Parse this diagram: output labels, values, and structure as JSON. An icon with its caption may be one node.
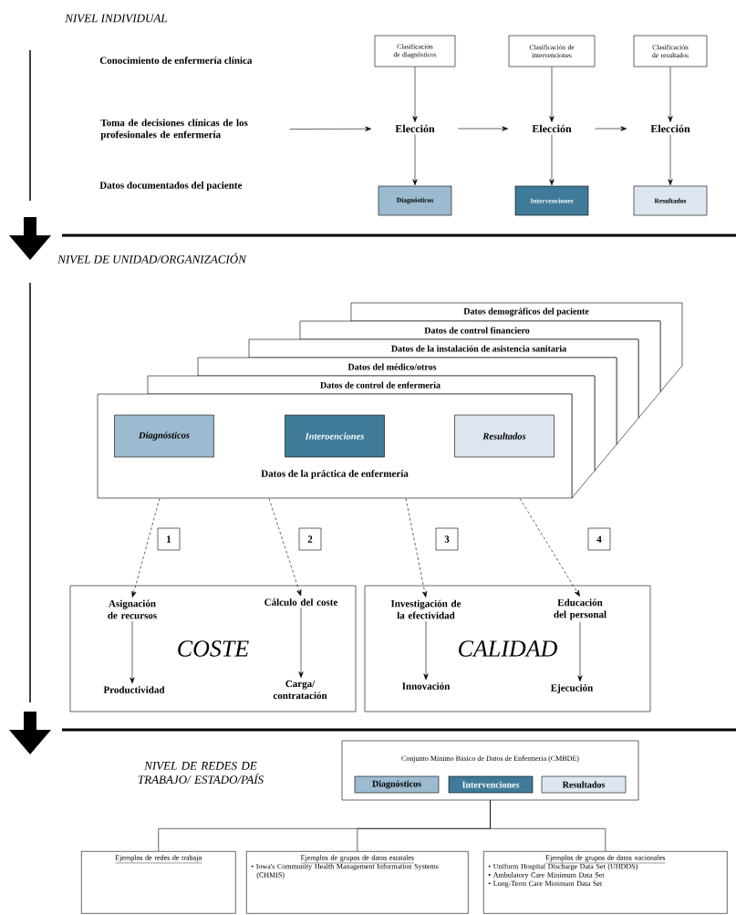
{
  "diagram": {
    "nodes": [
      {
        "text": [
          "Clasificación de diagnósticos"
        ]
      },
      {
        "text": [
          "Clasificación de intervenciones"
        ]
      },
      {
        "text": [
          "Clasificación de resultados"
        ]
      },
      {
        "text": [
          "Toma de decisiones clínicas de los profesionales de enfermería"
        ]
      },
      {
        "text": [
          "Elección"
        ]
      },
      {
        "text": [
          "Elección"
        ]
      },
      {
        "text": [
          "Elección"
        ]
      },
      {
        "text": [
          "Diagnósticos"
        ]
      },
      {
        "text": [
          "Intervenciones"
        ]
      },
      {
        "text": [
          "Resultados"
        ]
      },
      {
        "text": [
          "Datos demográficos del paciente"
        ]
      },
      {
        "text": [
          "Datos de control financiero"
        ]
      },
      {
        "text": [
          "Datos de la instalación de asistencia sanitaria"
        ]
      },
      {
        "text": [
          "Datos del médico/otros"
        ]
      },
      {
        "text": [
          "Datos de control de enfermería"
        ]
      },
      {
        "text": [
          "Datos de la práctica de enfermería"
        ]
      },
      {
        "text": [
          "Diagnósticos"
        ],
        "in": 15
      },
      {
        "text": [
          "Interoenciones"
        ],
        "in": 15
      },
      {
        "text": [
          "Resultados"
        ],
        "in": 15
      },
      {
        "text": [
          "1"
        ]
      },
      {
        "text": [
          "2"
        ]
      },
      {
        "text": [
          "3"
        ]
      },
      {
        "text": [
          "4"
        ]
      },
      {
        "text": [
          "COSTE"
        ]
      },
      {
        "text": [
          "Asignación de recursos"
        ],
        "in": 23
      },
      {
        "text": [
          "Cálculo del coste"
        ],
        "in": 23
      },
      {
        "text": [
          "Productividad"
        ],
        "in": 23
      },
      {
        "text": [
          "Carga/ contratación"
        ],
        "in": 23
      },
      {
        "text": [
          "CALIDAD"
        ]
      },
      {
        "text": [
          "Investigación de la efectividad"
        ],
        "in": 28
      },
      {
        "text": [
          "Educación del personal"
        ],
        "in": 28
      },
      {
        "text": [
          "Innovación"
        ],
        "in": 28
      },
      {
        "text": [
          "Ejecución"
        ],
        "in": 28
      },
      {
        "text": [
          "Conjunto Mínimo Básico de Datos de Enfermería (CMBDE)"
        ]
      },
      {
        "text": [
          "Diagnósticos"
        ],
        "in": 33
      },
      {
        "text": [
          "Intervenciones"
        ],
        "in": 33
      },
      {
        "text": [
          "Resultados"
        ],
        "in": 33
      },
      {
        "text": [
          "Ejemplos de redes de trabajo"
        ]
      },
      {
        "text": [
          "Ejemplos de grupos de datos estatales",
          "• Iowa's Community Health Management Information Systems (CHMIS)"
        ]
      },
      {
        "text": [
          "Ejemplos de grupos de datos nacionales",
          "• Uniform Hospital Discharge Data Set (UHDDS)",
          "• Ambulatory Care Minimum Data Set",
          "• Long-Term Care Minimum Data Set"
        ]
      }
    ],
    "edges": [
      {
        "from": 0,
        "to": 4,
        "arrow": "to"
      },
      {
        "from": 1,
        "to": 5,
        "arrow": "to"
      },
      {
        "from": 2,
        "to": 6,
        "arrow": "to"
      },
      {
        "from": 3,
        "to": 4,
        "arrow": "to"
      },
      {
        "from": 4,
        "to": 5,
        "arrow": "to"
      },
      {
        "from": 5,
        "to": 6,
        "arrow": "to"
      },
      {
        "from": 4,
        "to": 7,
        "arrow": "to"
      },
      {
        "from": 5,
        "to": 8,
        "arrow": "to"
      },
      {
        "from": 6,
        "to": 9,
        "arrow": "to"
      },
      {
        "from": 15,
        "to": 24,
        "arrow": "to",
        "style": "dashed"
      },
      {
        "from": 15,
        "to": 25,
        "arrow": "to",
        "style": "dashed"
      },
      {
        "from": 15,
        "to": 29,
        "arrow": "to",
        "style": "dashed"
      },
      {
        "from": 15,
        "to": 30,
        "arrow": "to",
        "style": "dashed"
      },
      {
        "from": 24,
        "to": 26,
        "arrow": "to"
      },
      {
        "from": 25,
        "to": 27,
        "arrow": "to"
      },
      {
        "from": 29,
        "to": 31,
        "arrow": "to"
      },
      {
        "from": 30,
        "to": 32,
        "arrow": "to"
      },
      {
        "from": 33,
        "to": 37,
        "arrow": "none"
      },
      {
        "from": 33,
        "to": 38,
        "arrow": "none"
      },
      {
        "from": 33,
        "to": 39,
        "arrow": "none"
      }
    ],
    "labels": [
      "NIVEL INDIVIDUAL",
      "Conocimiento de enfermería clínica",
      "Datos documentados del paciente",
      "NIVEL DE UNIDAD/ORGANIZACIÓN",
      "NIVEL DE REDES DE TRABAJO/ ESTADO/PAÍS"
    ]
  }
}
